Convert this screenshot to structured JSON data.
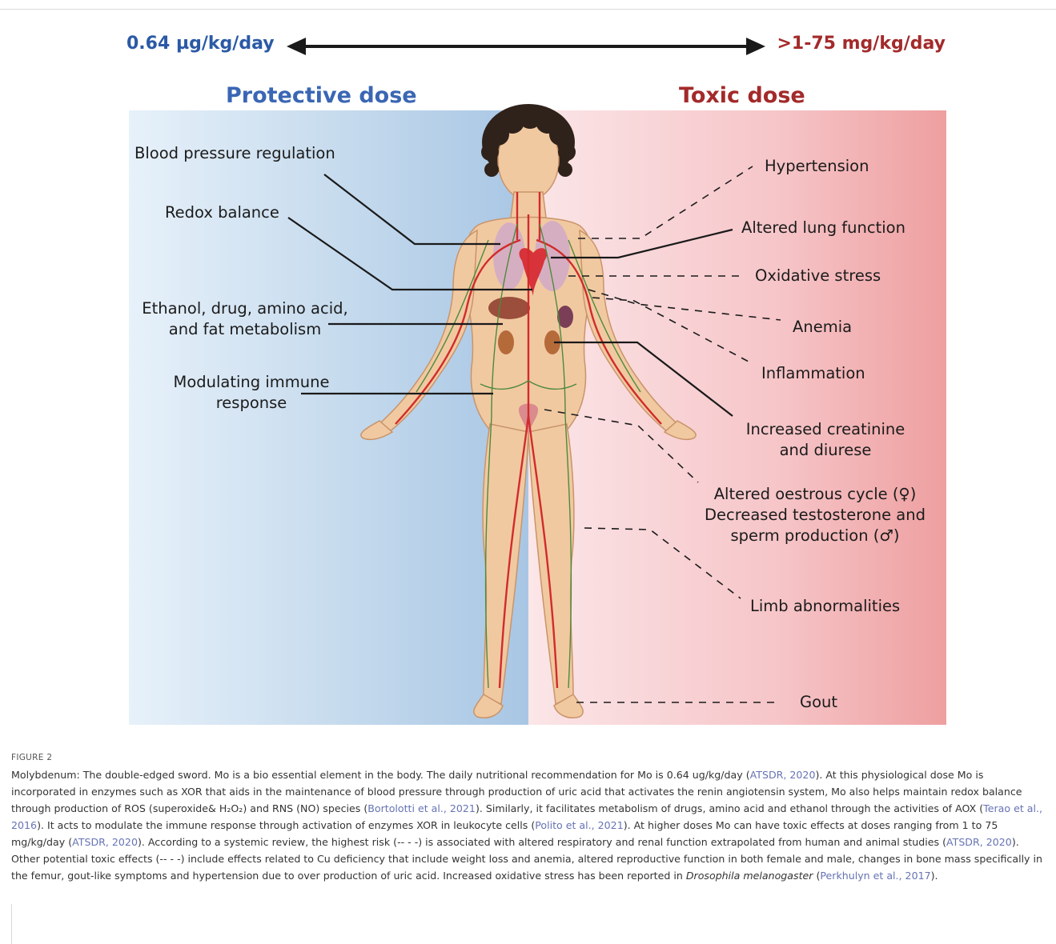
{
  "dose_scale": {
    "left": "0.64 µg/kg/day",
    "right": ">1-75 mg/kg/day"
  },
  "panels": {
    "protective_title": "Protective dose",
    "toxic_title": "Toxic dose"
  },
  "protective_effects": {
    "blood_pressure": "Blood pressure regulation",
    "redox": "Redox balance",
    "metabolism_line1": "Ethanol, drug, amino acid,",
    "metabolism_line2": "and fat metabolism",
    "immune_line1": "Modulating immune",
    "immune_line2": "response"
  },
  "toxic_effects": {
    "hypertension": "Hypertension",
    "lung": "Altered lung function",
    "oxidative": "Oxidative stress",
    "anemia": "Anemia",
    "inflammation": "Inflammation",
    "creatinine_line1": "Increased creatinine",
    "creatinine_line2": "and diurese",
    "repro_line1": "Altered oestrous cycle (♀)",
    "repro_line2": "Decreased testosterone and",
    "repro_line3": "sperm production (♂)",
    "limb": "Limb abnormalities",
    "gout": "Gout"
  },
  "caption": {
    "figure_number": "FIGURE 2",
    "s1": "Molybdenum: The double-edged sword. Mo is a bio essential element in the body. The daily nutritional recommendation for Mo is 0.64 ug/kg/day (",
    "c1": "ATSDR, 2020",
    "s2": "). At this physiological dose Mo is incorporated in enzymes such as XOR that aids in the maintenance of blood pressure through production of uric acid that activates the renin angiotensin system, Mo also helps maintain redox balance through production of ROS (superoxide& H₂O₂) and RNS (NO) species (",
    "c2": "Bortolotti et al., 2021",
    "s3": "). Similarly, it facilitates metabolism of drugs, amino acid and ethanol through the activities of AOX (",
    "c3": "Terao et al., 2016",
    "s4": "). It acts to modulate the immune response through activation of enzymes XOR in leukocyte cells (",
    "c4": "Polito et al., 2021",
    "s5": "). At higher doses Mo can have toxic effects at doses ranging from 1 to 75 mg/kg/day (",
    "c5": "ATSDR, 2020",
    "s6": "). According to a systemic review, the highest risk (-- - -) is associated with altered respiratory and renal function extrapolated from human and animal studies (",
    "c6": "ATSDR, 2020",
    "s7": "). Other potential toxic effects (-- - -) include effects related to Cu deficiency that include weight loss and anemia, altered reproductive function in both female and male, changes in bone mass specifically in the femur, gout-like symptoms and hypertension due to over production of uric acid. Increased oxidative stress has been reported in ",
    "species": "Drosophila melanogaster",
    "s8": " (",
    "c7": "Perkhulyn et al., 2017",
    "s9": ")."
  }
}
